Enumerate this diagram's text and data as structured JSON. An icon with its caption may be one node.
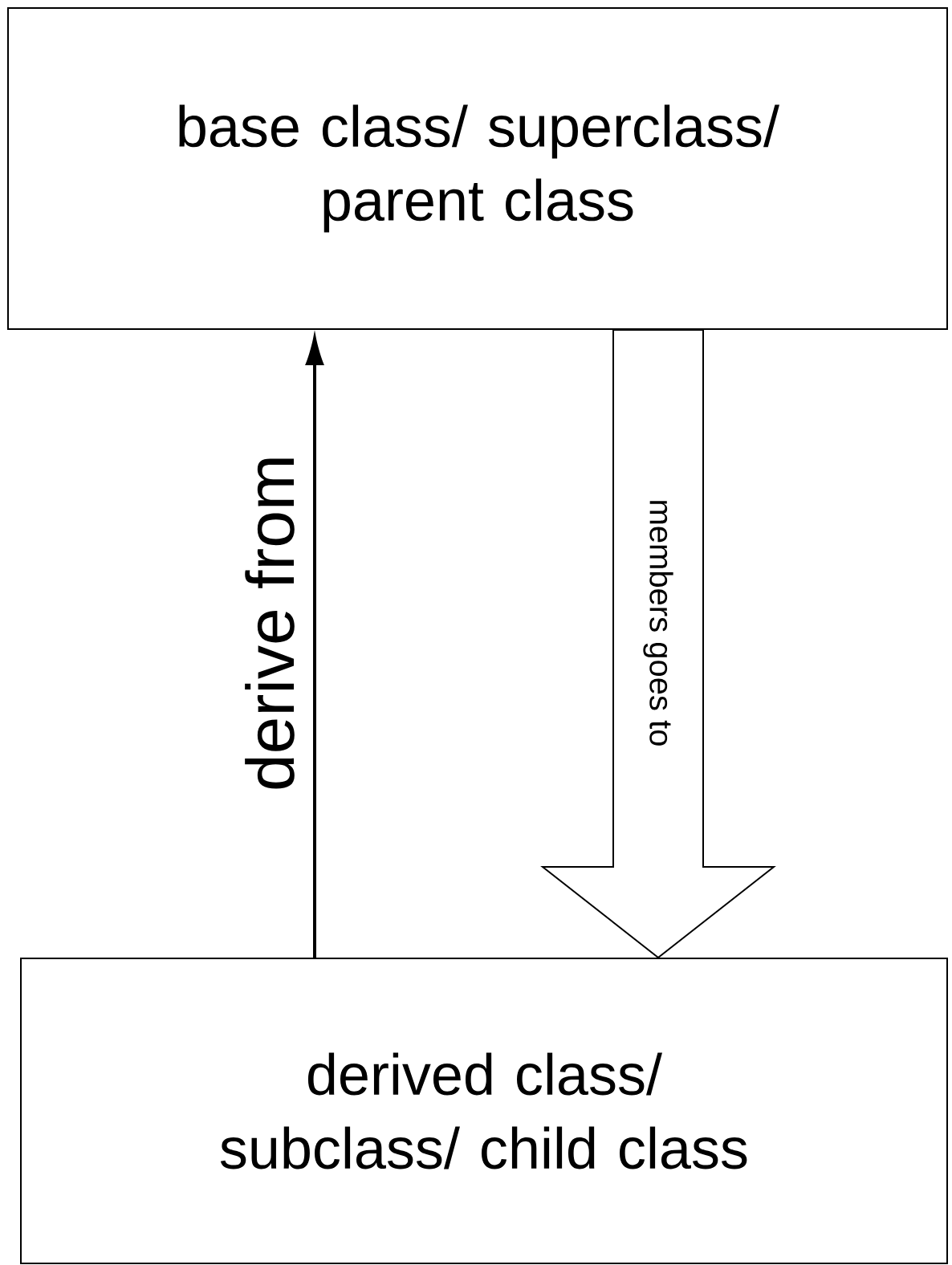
{
  "diagram": {
    "nodes": [
      {
        "text": [
          "base class/ superclass/ parent class"
        ]
      },
      {
        "text": [
          "derived class/ subclass/ child class"
        ]
      }
    ],
    "edges": [
      {
        "from": 1,
        "to": 0,
        "arrow": "to",
        "label": "derive from"
      },
      {
        "from": 0,
        "to": 1,
        "arrow": "to",
        "label": "members goes to",
        "style": "thick"
      }
    ]
  }
}
